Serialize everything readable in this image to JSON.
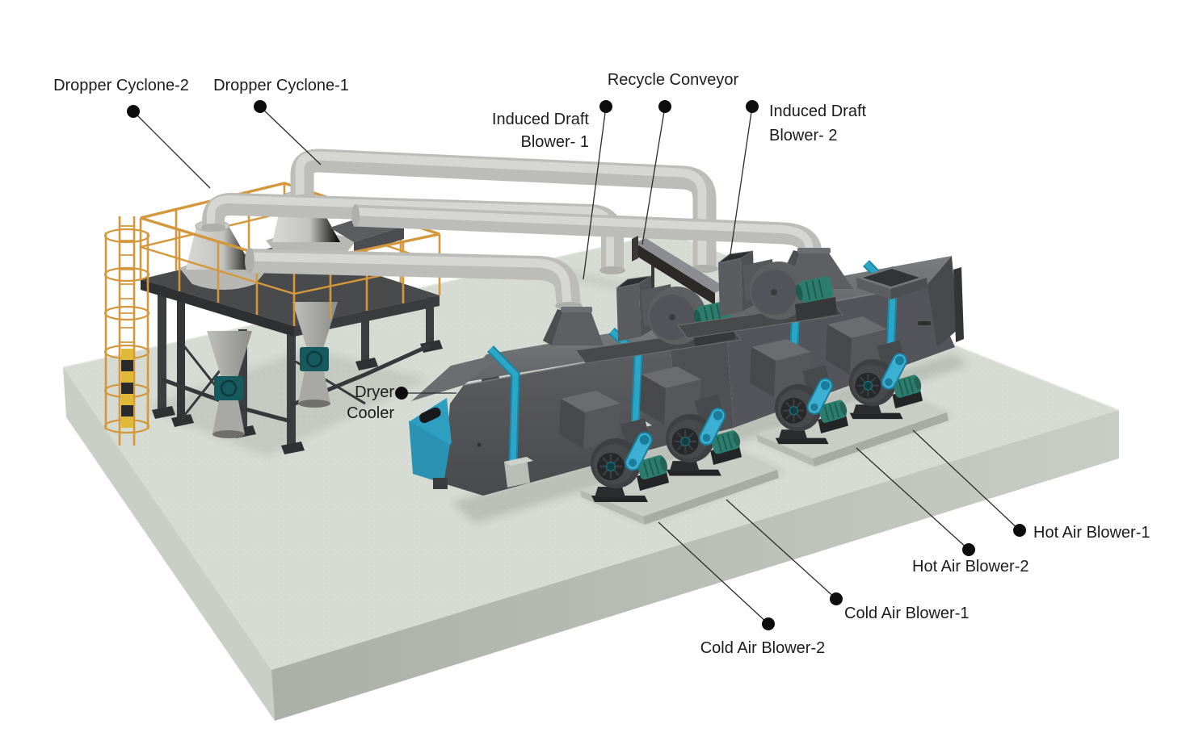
{
  "scene": {
    "title": "Dryer Cooler plant 3D layout with labelled equipment",
    "colors": {
      "background": "#ffffff",
      "label_text": "#1c1c1c",
      "leader_line": "#2b2b2b",
      "accent_teal": "#2ba6c6",
      "guard_teal": "#3cb0d2",
      "panel_blue": "#2f9fc1",
      "motor_green": "#2c7d6e",
      "railing_orange": "#d5973c",
      "pipe_gray": "#bcbdb9",
      "slab_top": "#d5dad2",
      "steel_dark": "#3e4042",
      "dryer_body": "#55575a",
      "dryer_top": "#6e7073"
    }
  },
  "annotations": {
    "dropper_cyclone_2": {
      "label": "Dropper Cyclone-2"
    },
    "dropper_cyclone_1": {
      "label": "Dropper Cyclone-1"
    },
    "recycle_conveyor": {
      "label": "Recycle Conveyor"
    },
    "induced_draft_blower_1": {
      "line1": "Induced Draft",
      "line2": "Blower- 1"
    },
    "induced_draft_blower_2": {
      "line1": "Induced Draft",
      "line2": "Blower- 2"
    },
    "dryer_cooler": {
      "line1": "Dryer",
      "line2": "Cooler"
    },
    "hot_air_blower_1": {
      "label": "Hot Air Blower-1"
    },
    "hot_air_blower_2": {
      "label": "Hot Air Blower-2"
    },
    "cold_air_blower_1": {
      "label": "Cold Air Blower-1"
    },
    "cold_air_blower_2": {
      "label": "Cold Air Blower-2"
    }
  }
}
